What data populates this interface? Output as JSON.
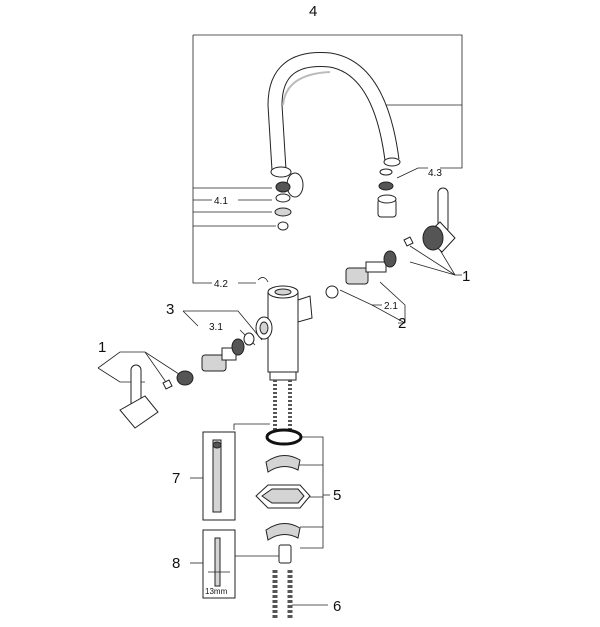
{
  "callouts": {
    "n4": "4",
    "n4_1": "4.1",
    "n4_2": "4.2",
    "n4_3": "4.3",
    "n1_right": "1",
    "n2": "2",
    "n2_1": "2.1",
    "n3": "3",
    "n3_1": "3.1",
    "n1_left": "1",
    "n5": "5",
    "n6": "6",
    "n7": "7",
    "n8": "8",
    "tool_size": "13mm"
  }
}
